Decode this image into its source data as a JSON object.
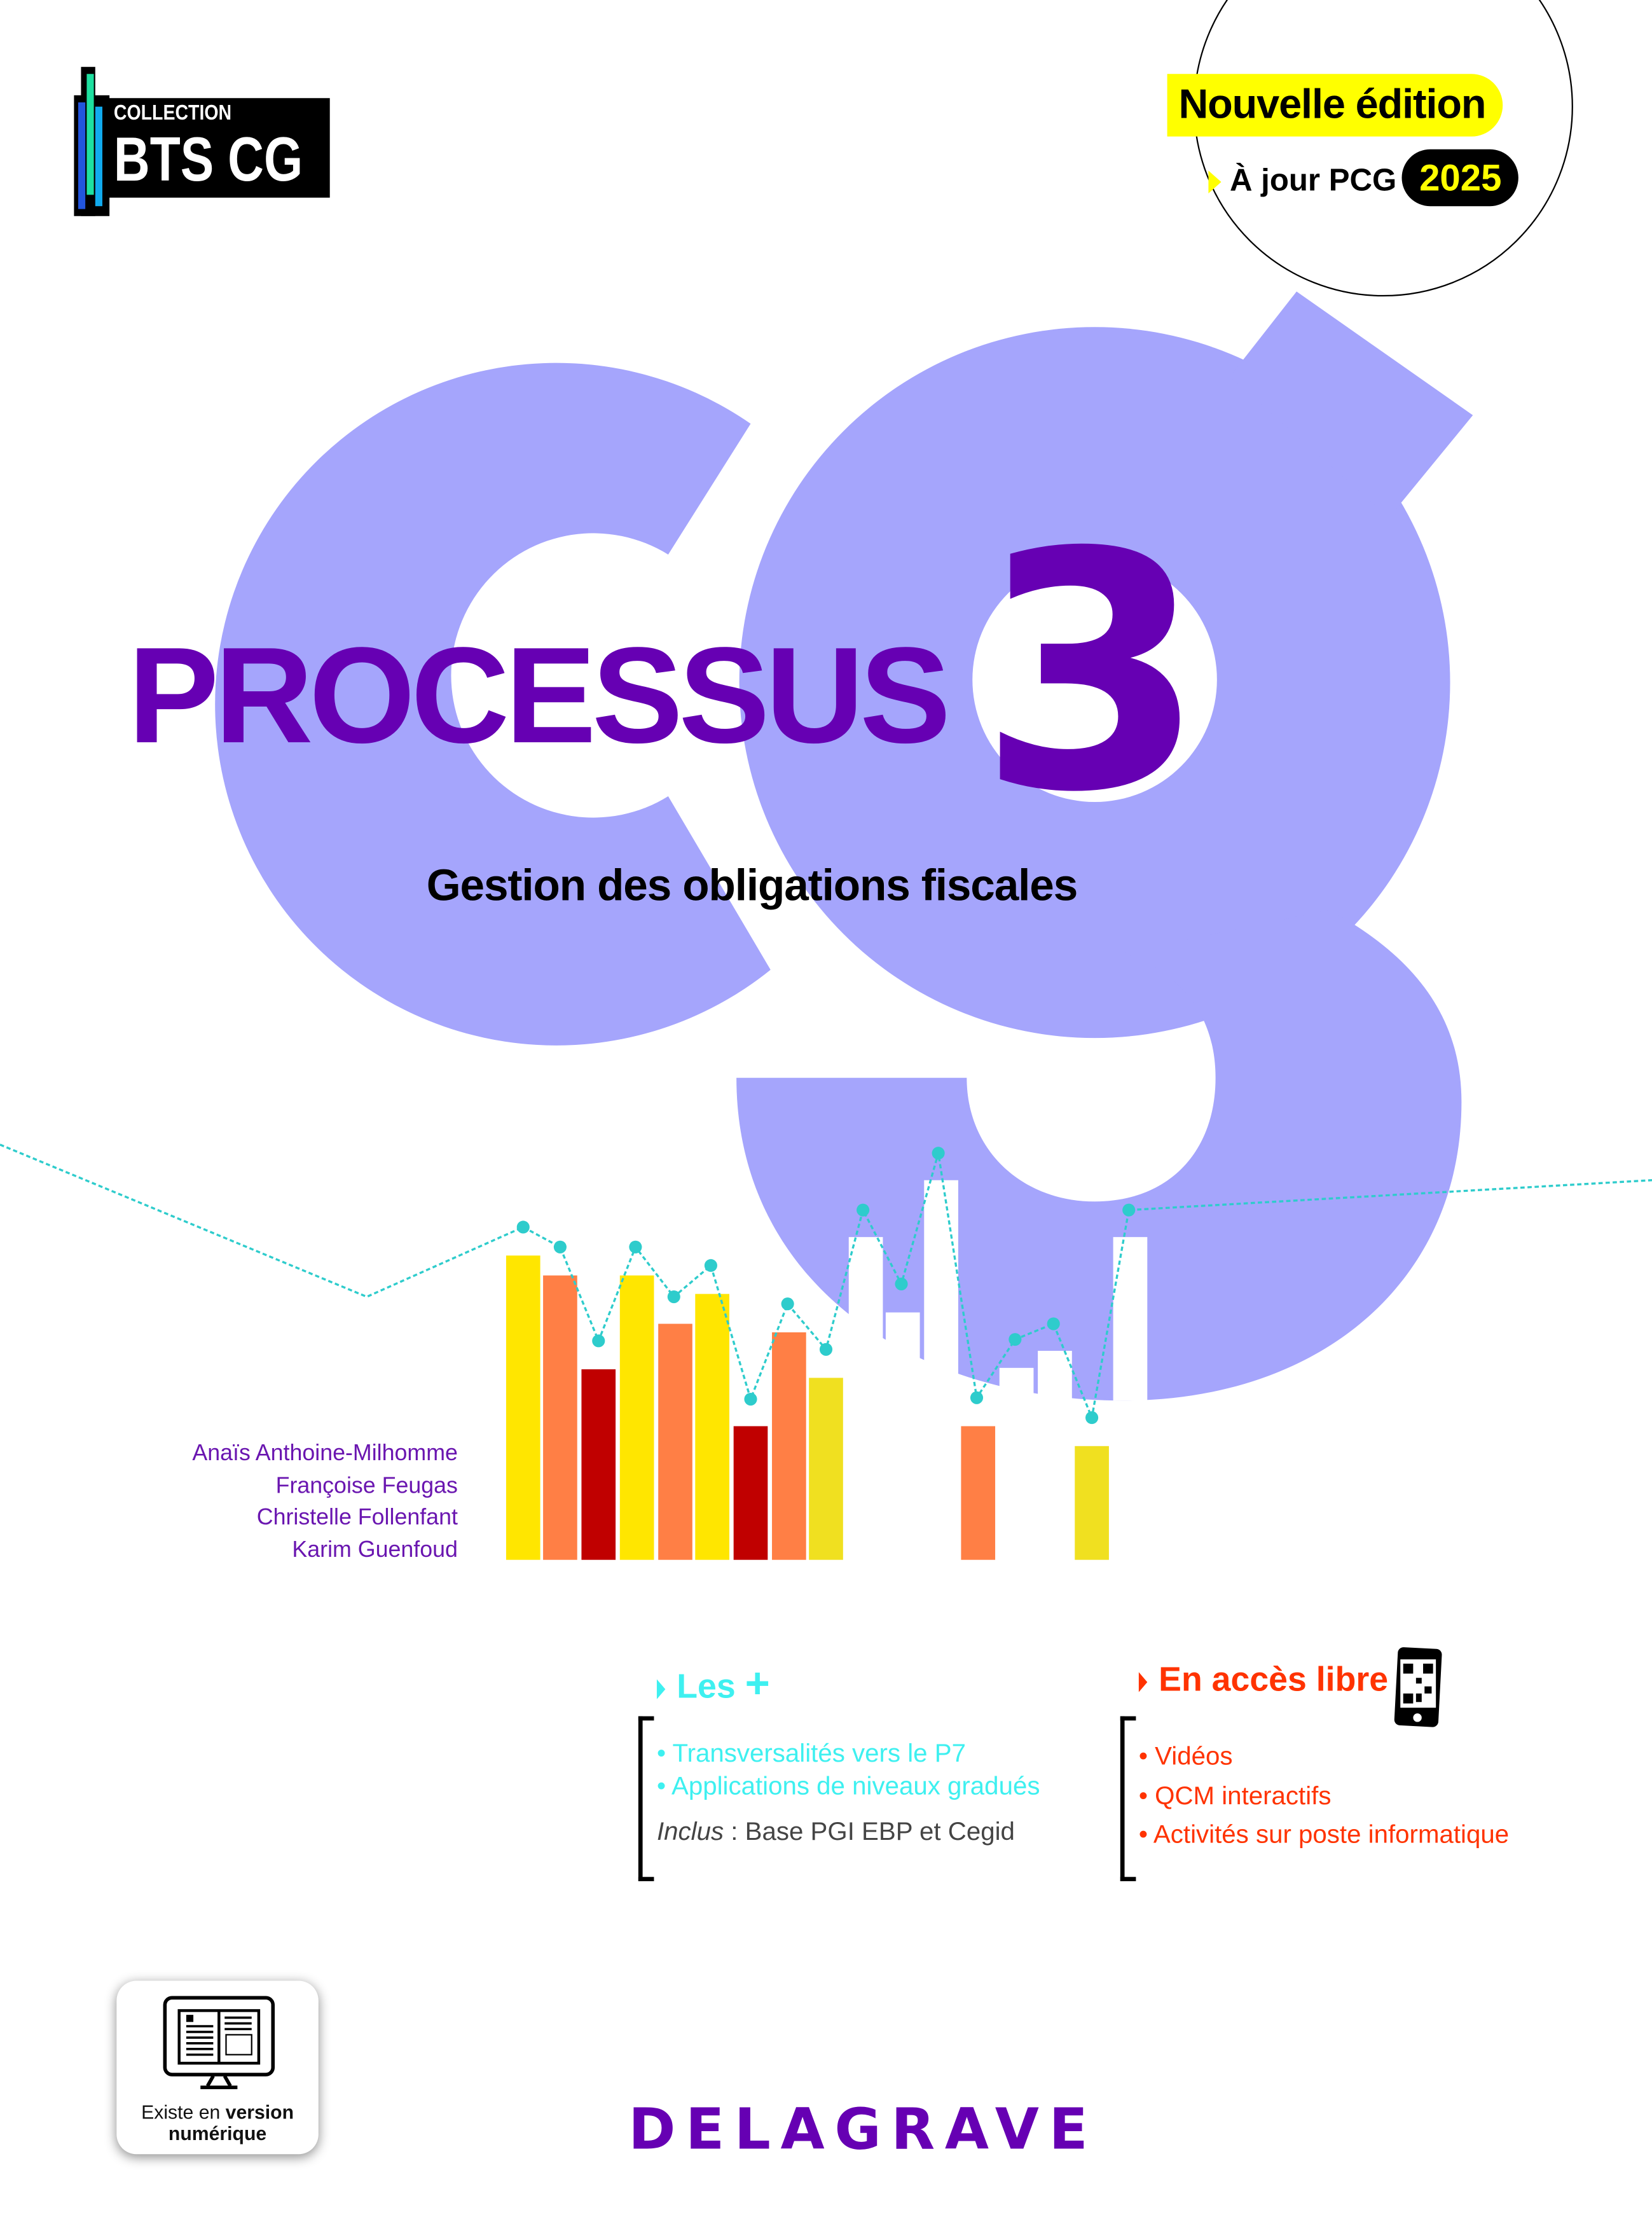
{
  "collection": {
    "line1": "COLLECTION",
    "line2": "BTS CG"
  },
  "edition": {
    "badge": "Nouvelle édition",
    "update_label": "À jour PCG",
    "year": "2025"
  },
  "title": {
    "main": "PROCESSUS",
    "number": "3",
    "subtitle": "Gestion des obligations fiscales"
  },
  "authors": [
    "Anaïs Anthoine-Milhomme",
    "Françoise Feugas",
    "Christelle Follenfant",
    "Karim Guenfoud"
  ],
  "les_plus": {
    "heading": "Les",
    "plus_icon": "plus-icon",
    "items": [
      "Transversalités vers le P7",
      "Applications de niveaux gradués"
    ],
    "included_label": "Inclus",
    "included_text": " : Base PGI EBP et Cegid"
  },
  "acces_libre": {
    "heading": "En accès libre",
    "icon": "smartphone-qr-icon",
    "items": [
      "Vidéos",
      "QCM interactifs",
      "Activités sur poste informatique"
    ]
  },
  "digital": {
    "icon": "monitor-book-icon",
    "text_regular": "Existe en ",
    "text_bold_1": "version",
    "text_bold_2": "numérique"
  },
  "publisher": "DELAGRAVE",
  "colors": {
    "lavender": "#a5a5fc",
    "purple": "#6600b3",
    "yellow": "#ffff00",
    "cyan": "#3ef0f0",
    "red": "#ff3300",
    "teal_dots": "#2ecccc"
  }
}
